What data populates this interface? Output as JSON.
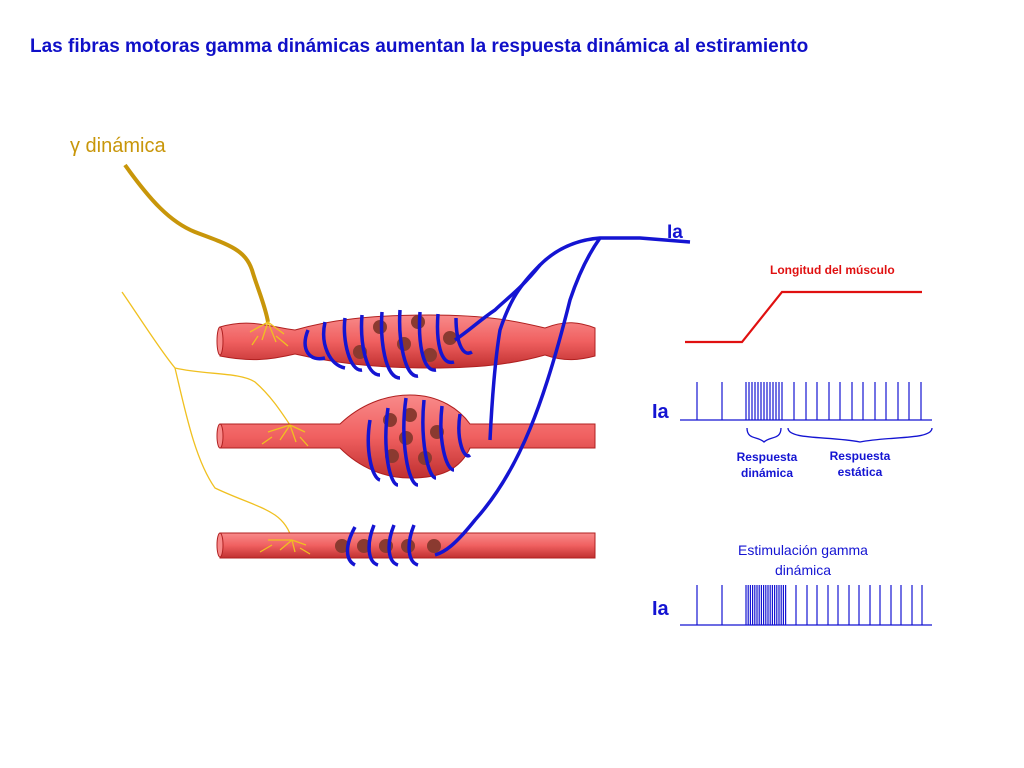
{
  "title": "Las fibras motoras gamma dinámicas aumentan la respuesta dinámica al estiramiento",
  "labels": {
    "gamma": "γ dinámica",
    "ia_fiber": "Ia",
    "muscle_length": "Longitud del músculo",
    "ia_trace_1": "Ia",
    "ia_trace_2": "Ia",
    "dynamic_response_1": "Respuesta",
    "dynamic_response_2": "dinámica",
    "static_response_1": "Respuesta",
    "static_response_2": "estática",
    "stimulation_1": "Estimulación gamma",
    "stimulation_2": "dinámica"
  },
  "colors": {
    "title": "#1010c8",
    "gamma_fiber": "#c8960a",
    "gamma_thin": "#f0c020",
    "ia_fiber": "#1414d2",
    "muscle_fill": "#f06060",
    "muscle_edge": "#b02020",
    "nucleus": "#8a3a30",
    "length_trace": "#e01010",
    "spike_trace": "#1414d2"
  }
}
